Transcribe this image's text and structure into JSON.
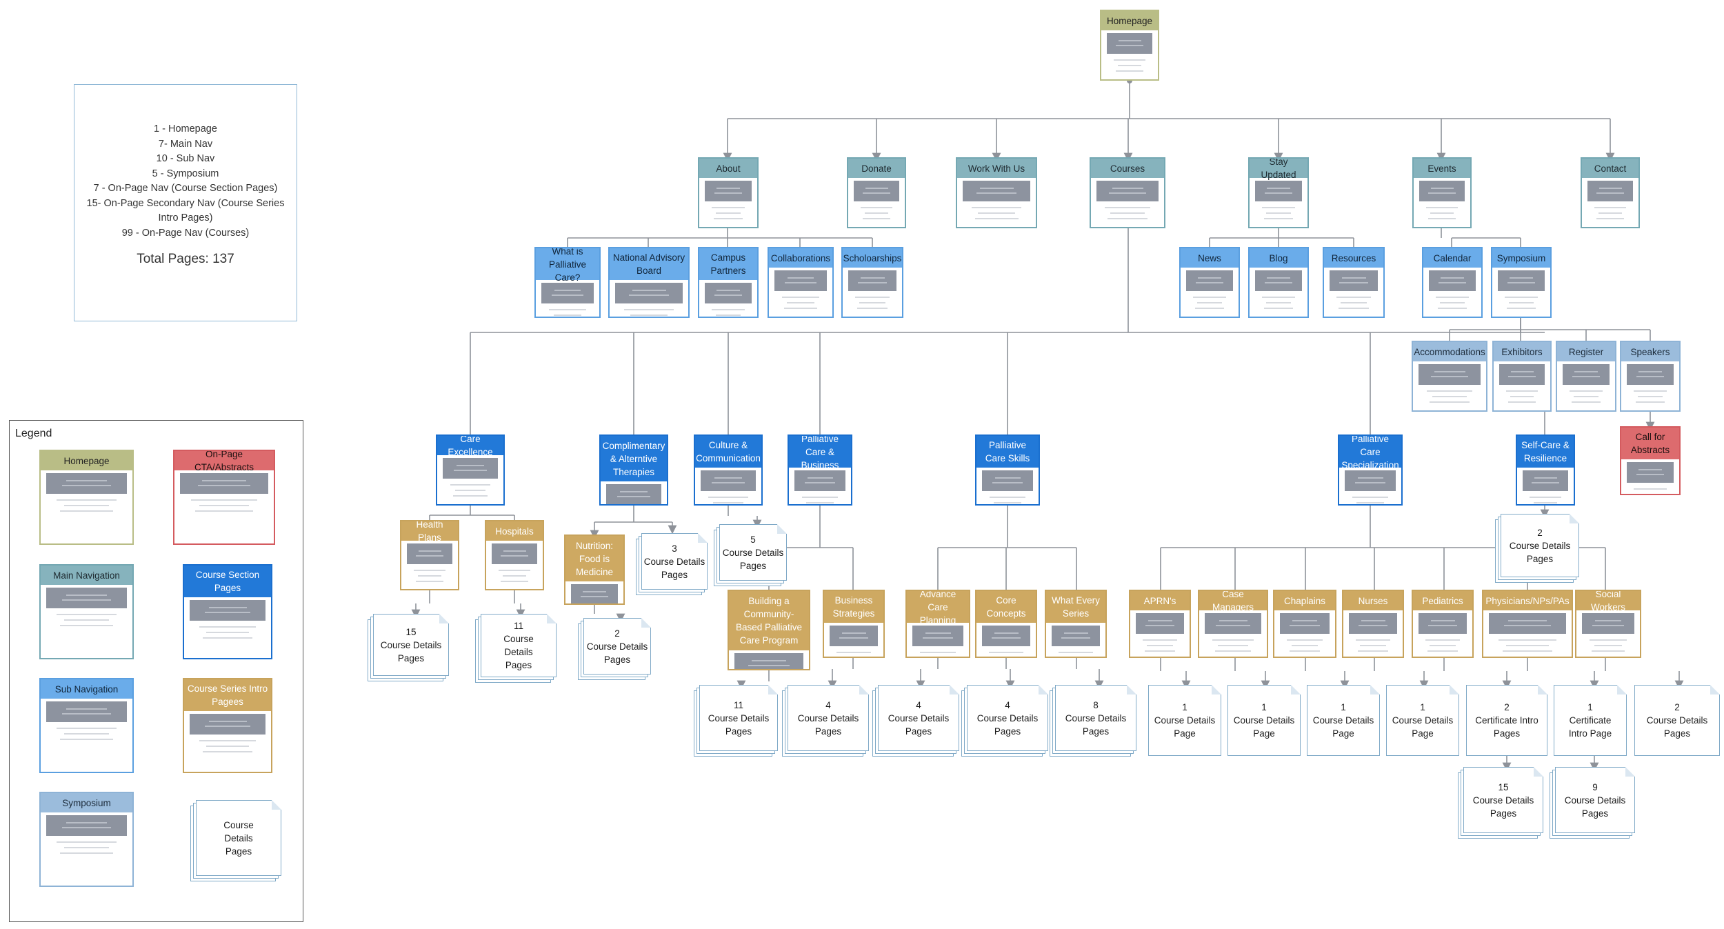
{
  "summary": {
    "lines": [
      "1 - Homepage",
      "7- Main Nav",
      "10 - Sub Nav",
      "5 - Symposium",
      "7 - On-Page Nav (Course Section Pages)",
      "15- On-Page Secondary Nav (Course Series",
      "Intro Pages)",
      "99 - On-Page Nav (Courses)"
    ],
    "total": "Total Pages: 137"
  },
  "legend": {
    "title": "Legend",
    "homepage": "Homepage",
    "cta": "On-Page CTA/Abstracts",
    "main": "Main Navigation",
    "section": "Course Section Pages",
    "sub": "Sub Navigation",
    "series": "Course Series Intro Pagees",
    "symposium": "Symposium",
    "details": "Course Details Pages"
  },
  "nodes": {
    "homepage": "Homepage",
    "about": "About",
    "donate": "Donate",
    "work": "Work With Us",
    "courses": "Courses",
    "stay": "Stay Updated",
    "events": "Events",
    "contact": "Contact",
    "what": "What is Palliative Care?",
    "national": "National Advisory Board",
    "campus": "Campus Partners",
    "collab": "Collaborations",
    "scholar": "Scholoarships",
    "news": "News",
    "blog": "Blog",
    "resources": "Resources",
    "calendar": "Calendar",
    "symposium": "Symposium",
    "accom": "Accommodations",
    "exhibitors": "Exhibitors",
    "register": "Register",
    "speakers": "Speakers",
    "call": "Call for Abstracts",
    "care_exc": "Care Excellence",
    "compl": "Complimentary & Alterntive Therapies",
    "culture": "Culture & Communication",
    "pcb": "Palliative Care & Business",
    "pcs": "Palliative Care Skills",
    "pcspec": "Palliative Care Specialization",
    "selfcare": "Self-Care & Resilience",
    "health": "Health Plans",
    "hospitals": "Hospitals",
    "nutrition": "Nutrition: Food is Medicine",
    "building": "Building a Community-Based Palliative Care Program",
    "business": "Business Strategies",
    "advance": "Advance Care Planning",
    "core": "Core Concepts",
    "every": "What Every Series",
    "aprn": "APRN's",
    "casemgr": "Case Managers",
    "chaplains": "Chaplains",
    "nurses": "Nurses",
    "pediatrics": "Pediatrics",
    "physicians": "Physicians/NPs/PAs",
    "social": "Social Workers"
  },
  "pages": {
    "p15a": [
      "15",
      "Course Details",
      "Pages"
    ],
    "p11a": [
      "11",
      "Course",
      "Details",
      "Pages"
    ],
    "p2a": [
      "2",
      "Course Details",
      "Pages"
    ],
    "p3": [
      "3",
      "Course Details",
      "Pages"
    ],
    "p5": [
      "5",
      "Course Details",
      "Pages"
    ],
    "p11b": [
      "11",
      "Course Details",
      "Pages"
    ],
    "p4a": [
      "4",
      "Course Details",
      "Pages"
    ],
    "p4b": [
      "4",
      "Course Details",
      "Pages"
    ],
    "p4c": [
      "4",
      "Course Details",
      "Pages"
    ],
    "p8": [
      "8",
      "Course Details",
      "Pages"
    ],
    "s1a": [
      "1",
      "Course Details",
      "Page"
    ],
    "s1b": [
      "1",
      "Course Details",
      "Page"
    ],
    "s1c": [
      "1",
      "Course Details",
      "Page"
    ],
    "s1d": [
      "1",
      "Course Details",
      "Page"
    ],
    "s2cert": [
      "2",
      "Certificate Intro",
      "Pages"
    ],
    "s1cert": [
      "1",
      "Certificate",
      "Intro Page"
    ],
    "s2c": [
      "2",
      "Course Details",
      "Pages"
    ],
    "p2self": [
      "2",
      "Course Details",
      "Pages"
    ],
    "p15b": [
      "15",
      "Course Details",
      "Pages"
    ],
    "p9": [
      "9",
      "Course Details",
      "Pages"
    ]
  },
  "colors": {
    "homepage": "#b9bd86",
    "main": "#86b3bd",
    "sub": "#6aacea",
    "section": "#2279d8",
    "series": "#cea962",
    "symposium": "#9bbcdc",
    "cta": "#dd6b6e",
    "connector": "#8e9299"
  }
}
